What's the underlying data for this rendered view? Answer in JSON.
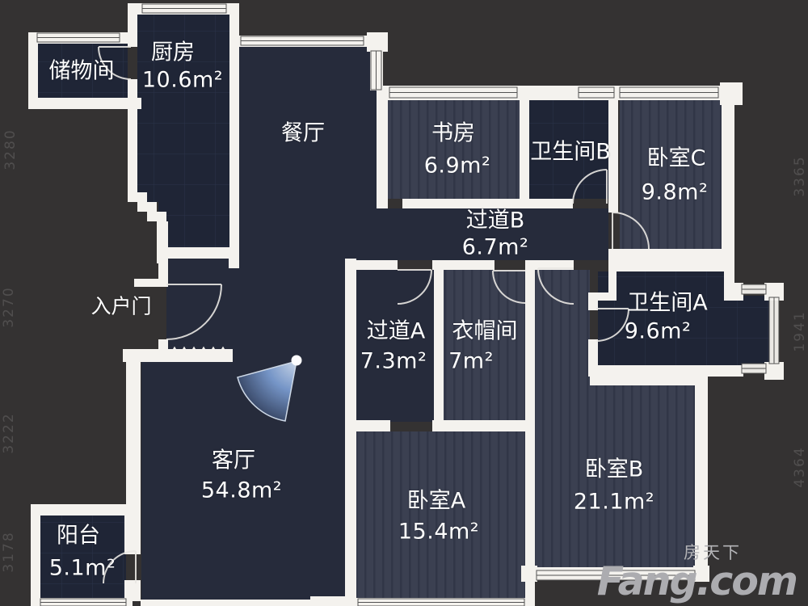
{
  "floorplan": {
    "rooms": [
      {
        "id": "storage",
        "name": "储物间",
        "area": ""
      },
      {
        "id": "kitchen",
        "name": "厨房",
        "area": "10.6m²"
      },
      {
        "id": "dining",
        "name": "餐厅",
        "area": ""
      },
      {
        "id": "study",
        "name": "书房",
        "area": "6.9m²"
      },
      {
        "id": "bathroom-b",
        "name": "卫生间B",
        "area": ""
      },
      {
        "id": "bedroom-c",
        "name": "卧室C",
        "area": "9.8m²"
      },
      {
        "id": "hallway-b",
        "name": "过道B",
        "area": "6.7m²"
      },
      {
        "id": "hallway-a",
        "name": "过道A",
        "area": "7.3m²"
      },
      {
        "id": "cloakroom",
        "name": "衣帽间",
        "area": "7m²"
      },
      {
        "id": "bathroom-a",
        "name": "卫生间A",
        "area": "9.6m²"
      },
      {
        "id": "living",
        "name": "客厅",
        "area": "54.8m²"
      },
      {
        "id": "bedroom-a",
        "name": "卧室A",
        "area": "15.4m²"
      },
      {
        "id": "bedroom-b",
        "name": "卧室B",
        "area": "21.1m²"
      },
      {
        "id": "balcony",
        "name": "阳台",
        "area": "5.1m²"
      }
    ],
    "entrance_label": "入户门",
    "dimensions": {
      "left": [
        "3280",
        "3270",
        "3222",
        "3178"
      ],
      "right": [
        "3365",
        "1941",
        "4364"
      ]
    }
  },
  "watermark": {
    "cn": "房天下",
    "en": "Fang.com"
  },
  "palette": {
    "background": "#343232",
    "room_tile": "#1f2536",
    "room_wood": "#3a3f50",
    "room_plain": "#262b3b",
    "wall_white": "#f4f2ee",
    "fan_blue": "#7d9fd4",
    "watermark_gray": "#acacb0"
  }
}
